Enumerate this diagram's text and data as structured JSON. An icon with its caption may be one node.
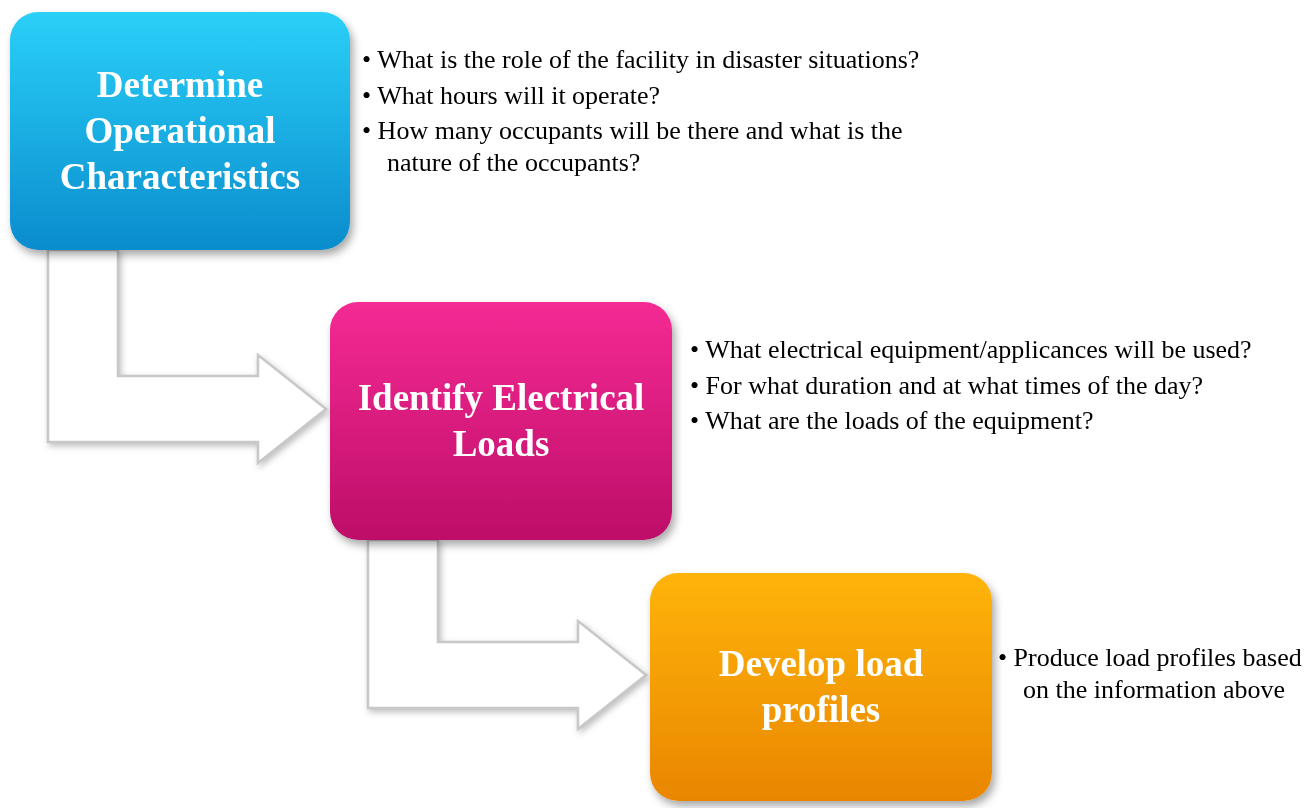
{
  "diagram": {
    "nodes": [
      {
        "text": [
          "Determine Operational Characteristics"
        ],
        "beside": [
          "• What is the role of the facility in disaster situations?",
          "• What hours will it operate?",
          "• How many occupants will be there and what is the nature of the occupants?"
        ]
      },
      {
        "text": [
          "Identify Electrical Loads"
        ],
        "beside": [
          "• What electrical equipment/applicances will be used?",
          "• For what duration and at what times of the day?",
          "• What are the loads of the equipment?"
        ]
      },
      {
        "text": [
          "Develop load profiles"
        ],
        "beside": [
          "• Produce load profiles based on the information above"
        ]
      }
    ],
    "edges": [
      {
        "from": 0,
        "to": 1,
        "arrow": "to"
      },
      {
        "from": 1,
        "to": 2,
        "arrow": "to"
      }
    ]
  }
}
